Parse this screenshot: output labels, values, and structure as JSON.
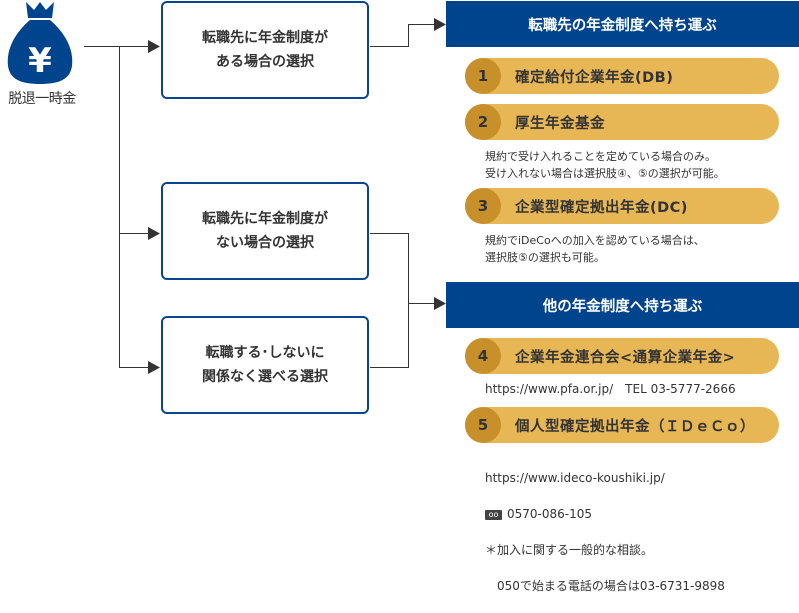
{
  "source": {
    "icon": "money-bag-yen-icon",
    "symbol": "¥",
    "label": "脱退一時金"
  },
  "choices": [
    {
      "label": "転職先に年金制度が\nある場合の選択"
    },
    {
      "label": "転職先に年金制度が\nない場合の選択"
    },
    {
      "label": "転職する･しないに\n関係なく選べる選択"
    }
  ],
  "destinations": [
    {
      "header": "転職先の年金制度へ持ち運ぶ",
      "options": [
        {
          "number": "1",
          "label": "確定給付企業年金(DB)",
          "note": ""
        },
        {
          "number": "2",
          "label": "厚生年金基金",
          "note": "規約で受け入れることを定めている場合のみ。\n受け入れない場合は選択肢④、⑤の選択が可能。"
        },
        {
          "number": "3",
          "label": "企業型確定拠出年金(DC)",
          "note": "規約でiDeCoへの加入を認めている場合は、\n選択肢⑤の選択も可能。"
        }
      ]
    },
    {
      "header": "他の年金制度へ持ち運ぶ",
      "options": [
        {
          "number": "4",
          "label": "企業年金連合会<通算企業年金>",
          "note": "https://www.pfa.or.jp/　TEL 03-5777-2666"
        },
        {
          "number": "5",
          "label": "個人型確定拠出年金（ＩＤｅＣｏ）",
          "url": "https://www.ideco-koushiki.jp/",
          "freedial_icon": "free-dial-icon",
          "freedial_symbol": "0̸0",
          "phone": "0570-086-105",
          "note_line1": "＊加入に関する一般的な相談。",
          "note_line2": "　050で始まる電話の場合は03-6731-9898"
        }
      ]
    }
  ],
  "colors": {
    "navy": "#00448e",
    "box_border": "#0a4590",
    "pill": "#e8b755",
    "pill_number": "#c8902a",
    "line": "#333333"
  }
}
